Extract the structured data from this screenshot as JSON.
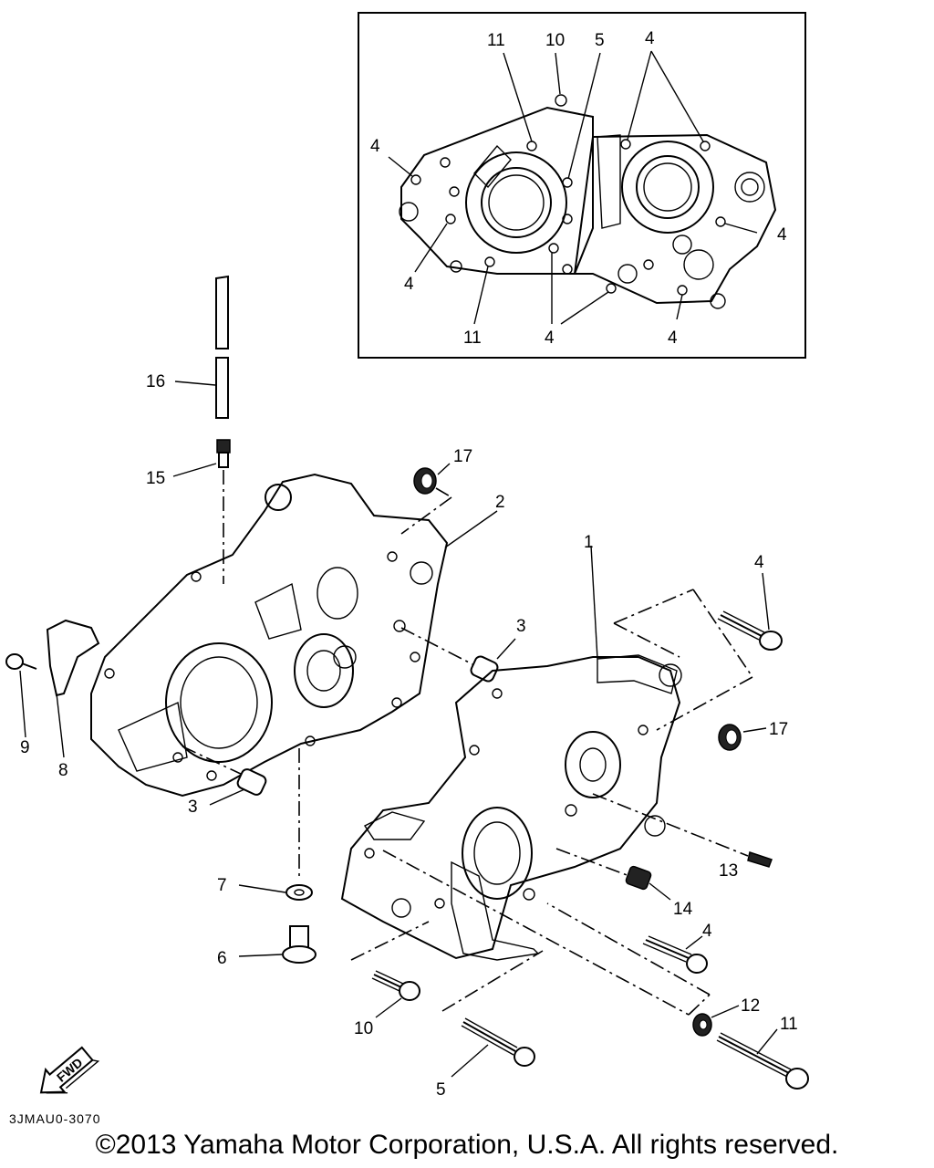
{
  "diagram": {
    "callouts": {
      "c1": "1",
      "c2": "2",
      "c3a": "3",
      "c3b": "3",
      "c4a": "4",
      "c4b": "4",
      "c5": "5",
      "c6": "6",
      "c7": "7",
      "c8": "8",
      "c9": "9",
      "c10": "10",
      "c11": "11",
      "c12": "12",
      "c13": "13",
      "c14": "14",
      "c15": "15",
      "c16": "16",
      "c17a": "17",
      "c17b": "17"
    },
    "inset_callouts": {
      "i11a": "11",
      "i10": "10",
      "i5": "5",
      "i4top": "4",
      "i4left": "4",
      "i4right": "4",
      "i4mid": "4",
      "i11b": "11",
      "i4bot1": "4",
      "i4bot2": "4"
    },
    "fwd_label": "FWD"
  },
  "footer": {
    "ref_code": "3JMAU0-3070",
    "copyright": "©2013 Yamaha Motor Corporation, U.S.A. All rights reserved."
  }
}
